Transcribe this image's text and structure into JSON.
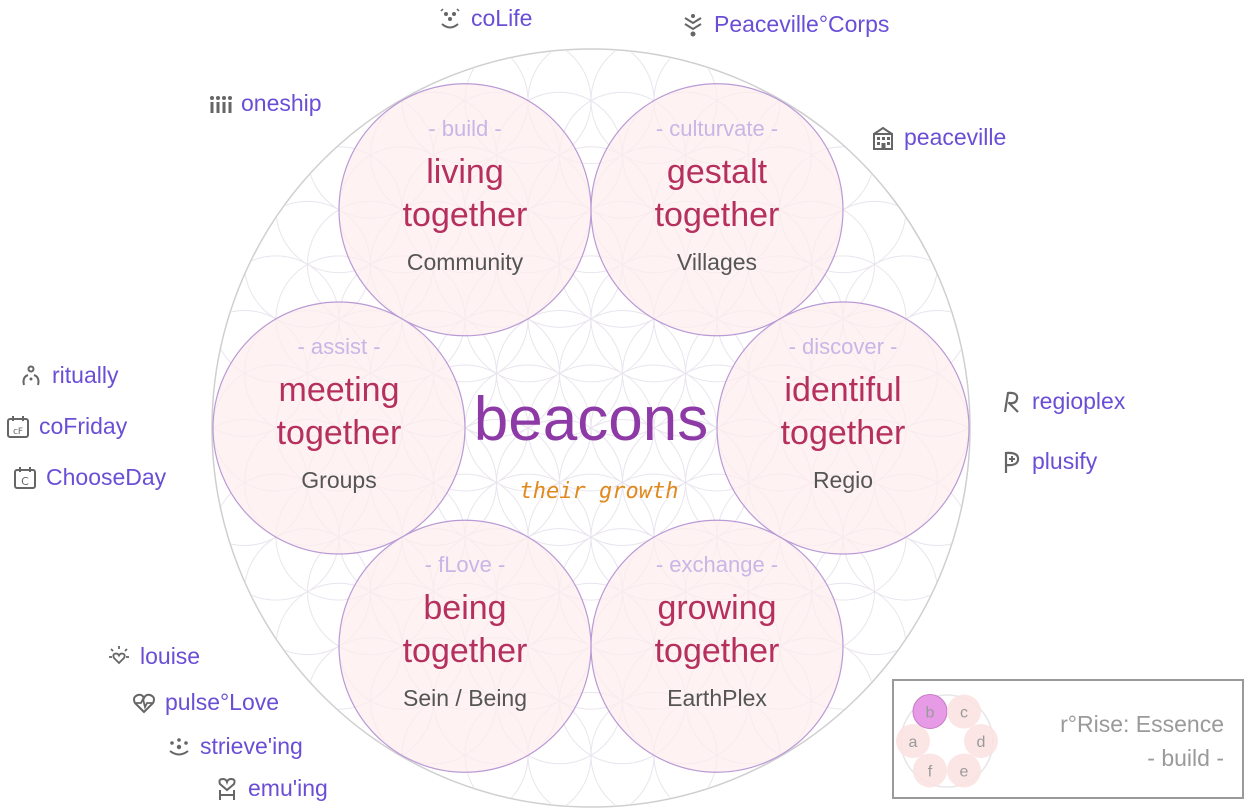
{
  "center": {
    "title": "beacons",
    "subtitle": "their growth"
  },
  "petals": [
    {
      "verb": "- build -",
      "line1": "living",
      "line2": "together",
      "caption": "Community"
    },
    {
      "verb": "- culturvate -",
      "line1": "gestalt",
      "line2": "together",
      "caption": "Villages"
    },
    {
      "verb": "- discover -",
      "line1": "identiful",
      "line2": "together",
      "caption": "Regio"
    },
    {
      "verb": "- exchange -",
      "line1": "growing",
      "line2": "together",
      "caption": "EarthPlex"
    },
    {
      "verb": "- fLove -",
      "line1": "being",
      "line2": "together",
      "caption": "Sein / Being"
    },
    {
      "verb": "- assist -",
      "line1": "meeting",
      "line2": "together",
      "caption": "Groups"
    }
  ],
  "links": [
    {
      "label": "coLife",
      "icon": "smile-dots-icon"
    },
    {
      "label": "Peaceville°Corps",
      "icon": "badge-icon"
    },
    {
      "label": "oneship",
      "icon": "people-row-icon"
    },
    {
      "label": "peaceville",
      "icon": "building-icon"
    },
    {
      "label": "ritually",
      "icon": "ritual-icon"
    },
    {
      "label": "coFriday",
      "icon": "calendar-cf-icon"
    },
    {
      "label": "ChooseDay",
      "icon": "calendar-c-icon"
    },
    {
      "label": "regioplex",
      "icon": "script-r-icon"
    },
    {
      "label": "plusify",
      "icon": "plus-p-icon"
    },
    {
      "label": "louise",
      "icon": "sun-heart-icon"
    },
    {
      "label": "pulse°Love",
      "icon": "heart-pulse-icon"
    },
    {
      "label": "strieve'ing",
      "icon": "dots-smile-icon"
    },
    {
      "label": "emu'ing",
      "icon": "hand-heart-icon"
    }
  ],
  "legend": {
    "title": "r°Rise: Essence",
    "subtitle": "- build -",
    "nodes": [
      "a",
      "b",
      "c",
      "d",
      "e",
      "f"
    ],
    "highlighted": "b"
  },
  "colors": {
    "verb": "#c9b6e6",
    "petal_title": "#b5305e",
    "caption": "#555555",
    "center_title": "#8e3aa6",
    "center_subtitle": "#e08a1e",
    "link": "#6a4fd6",
    "petal_fill": "#fdeeee",
    "petal_stroke": "#b99ad6",
    "highlight": "#e79ae6"
  }
}
